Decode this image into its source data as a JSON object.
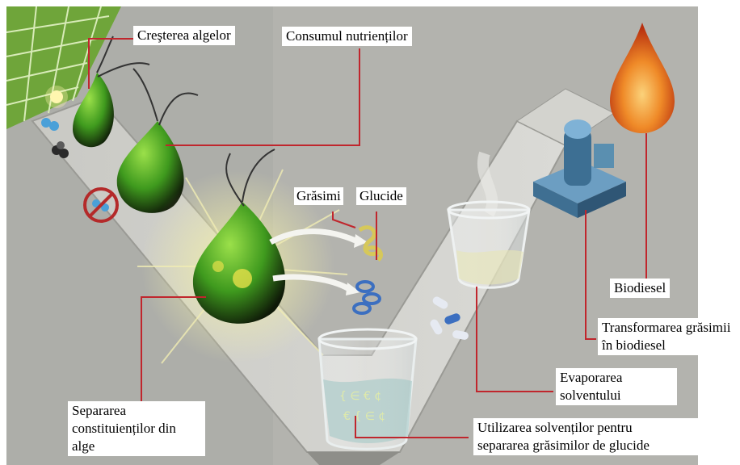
{
  "labels": {
    "algae_growth": "Creşterea algelor",
    "nutrient_consumption": "Consumul nutrienților",
    "fats": "Grăsimi",
    "carbohydrates": "Glucide",
    "biodiesel": "Biodiesel",
    "fat_transformation_line1": "Transformarea grăsimii",
    "fat_transformation_line2": "în biodiesel",
    "solvent_evaporation_line1": "Evaporarea",
    "solvent_evaporation_line2": "solventului",
    "solvent_use_line1": "Utilizarea solvenților pentru",
    "solvent_use_line2": "separarea grăsimilor de glucide",
    "separation_line1": "Separarea",
    "separation_line2": "constituienților din",
    "separation_line3": "alge"
  },
  "colors": {
    "background_gray": "#b3b3ae",
    "conveyor": "#cfcfca",
    "leader_line": "#c0262d",
    "algae_green": "#3f9a1e",
    "algae_dark": "#141a0c",
    "drop_orange": "#e9601a",
    "reactor_blue": "#5a8fb0"
  }
}
